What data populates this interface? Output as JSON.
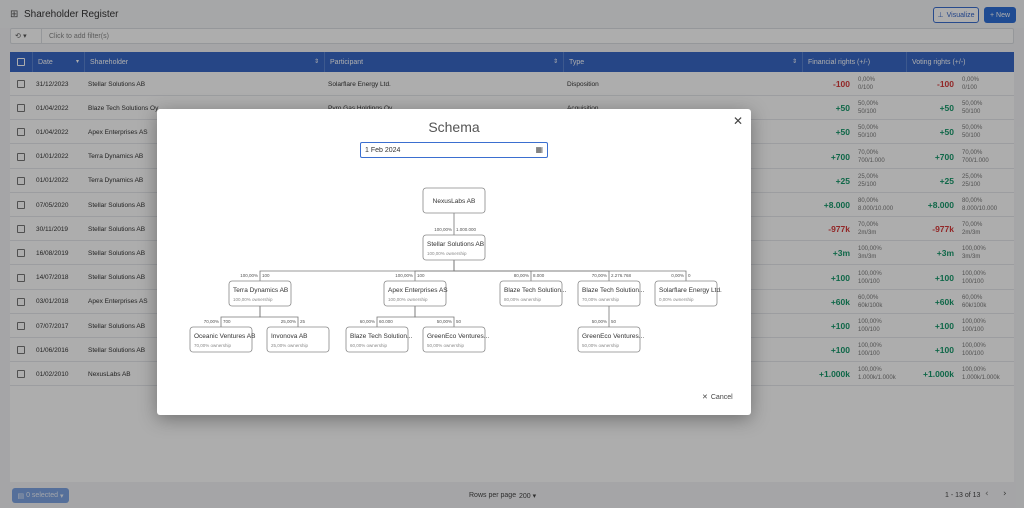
{
  "app": {
    "icon": "tree-icon",
    "title": "Shareholder Register",
    "visualize_label": "Visualize",
    "new_label": "New"
  },
  "filter": {
    "placeholder": "Click to add filter(s)"
  },
  "columns": {
    "date": "Date",
    "shareholder": "Shareholder",
    "participant": "Participant",
    "type": "Type",
    "financial": "Financial rights (+/-)",
    "voting": "Voting rights (+/-)"
  },
  "rows": [
    {
      "date": "31/12/2023",
      "shareholder": "Stellar Solutions AB",
      "participant": "Solarflare Energy Ltd.",
      "type": "Disposition",
      "fin": "-100",
      "fin_pct": "0,00%",
      "fin_ratio": "0/100",
      "vote": "-100",
      "vote_pct": "0,00%",
      "vote_ratio": "0/100",
      "sign": "neg"
    },
    {
      "date": "01/04/2022",
      "shareholder": "Blaze Tech Solutions Oy",
      "participant": "Pyro Gas Holdings Oy",
      "type": "Acquisition",
      "fin": "+50",
      "fin_pct": "50,00%",
      "fin_ratio": "50/100",
      "vote": "+50",
      "vote_pct": "50,00%",
      "vote_ratio": "50/100",
      "sign": "pos"
    },
    {
      "date": "01/04/2022",
      "shareholder": "Apex Enterprises AS",
      "participant": "",
      "type": "",
      "fin": "+50",
      "fin_pct": "50,00%",
      "fin_ratio": "50/100",
      "vote": "+50",
      "vote_pct": "50,00%",
      "vote_ratio": "50/100",
      "sign": "pos"
    },
    {
      "date": "01/01/2022",
      "shareholder": "Terra Dynamics AB",
      "participant": "",
      "type": "",
      "fin": "+700",
      "fin_pct": "70,00%",
      "fin_ratio": "700/1.000",
      "vote": "+700",
      "vote_pct": "70,00%",
      "vote_ratio": "700/1.000",
      "sign": "pos"
    },
    {
      "date": "01/01/2022",
      "shareholder": "Terra Dynamics AB",
      "participant": "",
      "type": "",
      "fin": "+25",
      "fin_pct": "25,00%",
      "fin_ratio": "25/100",
      "vote": "+25",
      "vote_pct": "25,00%",
      "vote_ratio": "25/100",
      "sign": "pos"
    },
    {
      "date": "07/05/2020",
      "shareholder": "Stellar Solutions AB",
      "participant": "",
      "type": "",
      "fin": "+8.000",
      "fin_pct": "80,00%",
      "fin_ratio": "8.000/10.000",
      "vote": "+8.000",
      "vote_pct": "80,00%",
      "vote_ratio": "8.000/10.000",
      "sign": "pos"
    },
    {
      "date": "30/11/2019",
      "shareholder": "Stellar Solutions AB",
      "participant": "",
      "type": "",
      "fin": "-977k",
      "fin_pct": "70,00%",
      "fin_ratio": "2m/3m",
      "vote": "-977k",
      "vote_pct": "70,00%",
      "vote_ratio": "2m/3m",
      "sign": "neg"
    },
    {
      "date": "16/08/2019",
      "shareholder": "Stellar Solutions AB",
      "participant": "",
      "type": "",
      "fin": "+3m",
      "fin_pct": "100,00%",
      "fin_ratio": "3m/3m",
      "vote": "+3m",
      "vote_pct": "100,00%",
      "vote_ratio": "3m/3m",
      "sign": "pos"
    },
    {
      "date": "14/07/2018",
      "shareholder": "Stellar Solutions AB",
      "participant": "",
      "type": "",
      "fin": "+100",
      "fin_pct": "100,00%",
      "fin_ratio": "100/100",
      "vote": "+100",
      "vote_pct": "100,00%",
      "vote_ratio": "100/100",
      "sign": "pos"
    },
    {
      "date": "03/01/2018",
      "shareholder": "Apex Enterprises AS",
      "participant": "",
      "type": "",
      "fin": "+60k",
      "fin_pct": "60,00%",
      "fin_ratio": "60k/100k",
      "vote": "+60k",
      "vote_pct": "60,00%",
      "vote_ratio": "60k/100k",
      "sign": "pos"
    },
    {
      "date": "07/07/2017",
      "shareholder": "Stellar Solutions AB",
      "participant": "",
      "type": "",
      "fin": "+100",
      "fin_pct": "100,00%",
      "fin_ratio": "100/100",
      "vote": "+100",
      "vote_pct": "100,00%",
      "vote_ratio": "100/100",
      "sign": "pos"
    },
    {
      "date": "01/06/2016",
      "shareholder": "Stellar Solutions AB",
      "participant": "",
      "type": "",
      "fin": "+100",
      "fin_pct": "100,00%",
      "fin_ratio": "100/100",
      "vote": "+100",
      "vote_pct": "100,00%",
      "vote_ratio": "100/100",
      "sign": "pos"
    },
    {
      "date": "01/02/2010",
      "shareholder": "NexusLabs AB",
      "participant": "",
      "type": "",
      "fin": "+1.000k",
      "fin_pct": "100,00%",
      "fin_ratio": "1.000k/1.000k",
      "vote": "+1.000k",
      "vote_pct": "100,00%",
      "vote_ratio": "1.000k/1.000k",
      "sign": "pos"
    }
  ],
  "footer": {
    "selected": "0 selected",
    "rows_per_page_label": "Rows per page",
    "rows_per_page": "200",
    "range": "1 - 13 of 13"
  },
  "modal": {
    "title": "Schema",
    "date": "1 Feb 2024",
    "cancel": "Cancel",
    "nodes": [
      {
        "id": "nexus",
        "name": "NexusLabs AB",
        "own": ""
      },
      {
        "id": "stellar",
        "name": "Stellar Solutions AB",
        "own": "100,00% ownership"
      },
      {
        "id": "terra",
        "name": "Terra Dynamics AB",
        "own": "100,00% ownership"
      },
      {
        "id": "apex",
        "name": "Apex Enterprises AS",
        "own": "100,00% ownership"
      },
      {
        "id": "blaze1",
        "name": "Blaze Tech Solution...",
        "own": "80,00% ownership"
      },
      {
        "id": "blaze2",
        "name": "Blaze Tech Solution...",
        "own": "70,00% ownership"
      },
      {
        "id": "solar",
        "name": "Solarflare Energy Ltd.",
        "own": "0,00% ownership"
      },
      {
        "id": "oceanic",
        "name": "Oceanic Ventures AB",
        "own": "70,00% ownership"
      },
      {
        "id": "invonova",
        "name": "Invonova AB",
        "own": "25,00% ownership"
      },
      {
        "id": "blaze3",
        "name": "Blaze Tech Solution...",
        "own": "60,00% ownership"
      },
      {
        "id": "green1",
        "name": "GreenEco Ventures...",
        "own": "50,00% ownership"
      },
      {
        "id": "green2",
        "name": "GreenEco Ventures...",
        "own": "50,00% ownership"
      }
    ],
    "edges": [
      {
        "to": "stellar",
        "pct": "100,00%",
        "shares": "1.000.000"
      },
      {
        "to": "terra",
        "pct": "100,00%",
        "shares": "100"
      },
      {
        "to": "apex",
        "pct": "100,00%",
        "shares": "100"
      },
      {
        "to": "blaze1",
        "pct": "80,00%",
        "shares": "8.000"
      },
      {
        "to": "blaze2",
        "pct": "70,00%",
        "shares": "2.276.768"
      },
      {
        "to": "solar",
        "pct": "0,00%",
        "shares": "0"
      },
      {
        "to": "oceanic",
        "pct": "70,00%",
        "shares": "700"
      },
      {
        "to": "invonova",
        "pct": "25,00%",
        "shares": "25"
      },
      {
        "to": "blaze3",
        "pct": "60,00%",
        "shares": "60.000"
      },
      {
        "to": "green1",
        "pct": "50,00%",
        "shares": "50"
      },
      {
        "to": "green2",
        "pct": "50,00%",
        "shares": "50"
      }
    ]
  },
  "colors": {
    "header": "#3867c6",
    "positive": "#17996b",
    "negative": "#d83a3a",
    "accent": "#2f6fd8"
  }
}
